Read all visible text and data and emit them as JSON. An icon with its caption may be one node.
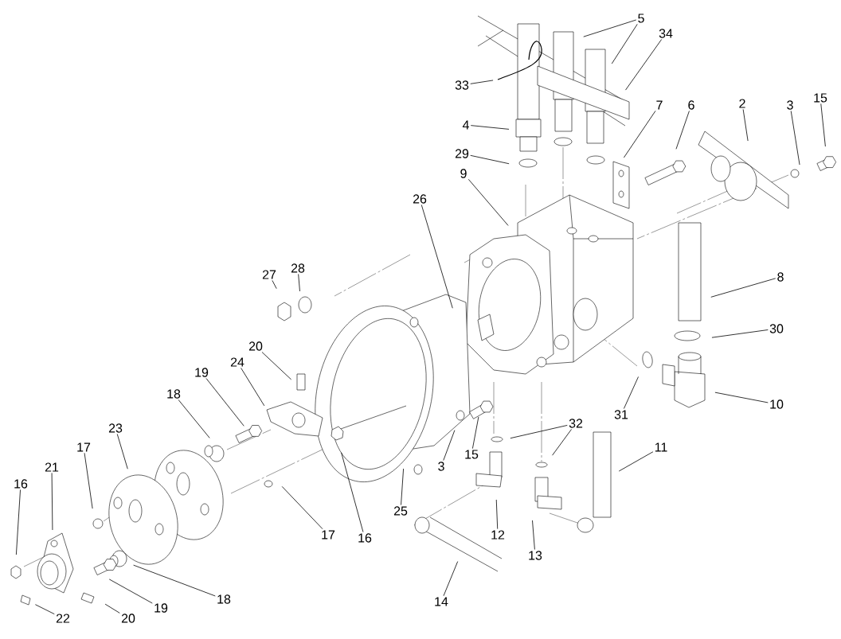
{
  "diagram": {
    "nodes": [
      {
        "text": [
          "5"
        ]
      },
      {
        "text": [
          "34"
        ]
      },
      {
        "text": [
          "33"
        ]
      },
      {
        "text": [
          "15"
        ]
      },
      {
        "text": [
          "7"
        ]
      },
      {
        "text": [
          "6"
        ]
      },
      {
        "text": [
          "2"
        ]
      },
      {
        "text": [
          "3"
        ]
      },
      {
        "text": [
          "4"
        ]
      },
      {
        "text": [
          "29"
        ]
      },
      {
        "text": [
          "9"
        ]
      },
      {
        "text": [
          "26"
        ]
      },
      {
        "text": [
          "28"
        ]
      },
      {
        "text": [
          "8"
        ]
      },
      {
        "text": [
          "27"
        ]
      },
      {
        "text": [
          "30"
        ]
      },
      {
        "text": [
          "20"
        ]
      },
      {
        "text": [
          "24"
        ]
      },
      {
        "text": [
          "19"
        ]
      },
      {
        "text": [
          "18"
        ]
      },
      {
        "text": [
          "23"
        ]
      },
      {
        "text": [
          "31"
        ]
      },
      {
        "text": [
          "10"
        ]
      },
      {
        "text": [
          "32"
        ]
      },
      {
        "text": [
          "11"
        ]
      },
      {
        "text": [
          "17"
        ]
      },
      {
        "text": [
          "3"
        ]
      },
      {
        "text": [
          "15"
        ]
      },
      {
        "text": [
          "21"
        ]
      },
      {
        "text": [
          "16"
        ]
      },
      {
        "text": [
          "17"
        ]
      },
      {
        "text": [
          "16"
        ]
      },
      {
        "text": [
          "25"
        ]
      },
      {
        "text": [
          "12"
        ]
      },
      {
        "text": [
          "13"
        ]
      },
      {
        "text": [
          "14"
        ]
      },
      {
        "text": [
          "18"
        ]
      },
      {
        "text": [
          "19"
        ]
      },
      {
        "text": [
          "22"
        ]
      },
      {
        "text": [
          "20"
        ]
      }
    ],
    "edges": [
      {
        "from": 0,
        "to": null,
        "arrow": "none"
      },
      {
        "from": 0,
        "to": null,
        "arrow": "none"
      },
      {
        "from": 1,
        "to": null,
        "arrow": "none"
      },
      {
        "from": 2,
        "to": null,
        "arrow": "none"
      },
      {
        "from": 3,
        "to": null,
        "arrow": "none"
      },
      {
        "from": 4,
        "to": null,
        "arrow": "none"
      },
      {
        "from": 5,
        "to": null,
        "arrow": "none"
      },
      {
        "from": 6,
        "to": null,
        "arrow": "none"
      },
      {
        "from": 7,
        "to": null,
        "arrow": "none"
      },
      {
        "from": 8,
        "to": null,
        "arrow": "none"
      },
      {
        "from": 9,
        "to": null,
        "arrow": "none"
      },
      {
        "from": 10,
        "to": null,
        "arrow": "none"
      },
      {
        "from": 11,
        "to": null,
        "arrow": "none"
      },
      {
        "from": 12,
        "to": null,
        "arrow": "none"
      },
      {
        "from": 13,
        "to": null,
        "arrow": "none"
      },
      {
        "from": 14,
        "to": null,
        "arrow": "none"
      },
      {
        "from": 15,
        "to": null,
        "arrow": "none"
      },
      {
        "from": 16,
        "to": null,
        "arrow": "none"
      },
      {
        "from": 17,
        "to": null,
        "arrow": "none"
      },
      {
        "from": 18,
        "to": null,
        "arrow": "none"
      },
      {
        "from": 19,
        "to": null,
        "arrow": "none"
      },
      {
        "from": 20,
        "to": null,
        "arrow": "none"
      },
      {
        "from": 21,
        "to": null,
        "arrow": "none"
      },
      {
        "from": 22,
        "to": null,
        "arrow": "none"
      },
      {
        "from": 23,
        "to": null,
        "arrow": "none"
      },
      {
        "from": 23,
        "to": null,
        "arrow": "none"
      },
      {
        "from": 24,
        "to": null,
        "arrow": "none"
      },
      {
        "from": 25,
        "to": null,
        "arrow": "none"
      },
      {
        "from": 26,
        "to": null,
        "arrow": "none"
      },
      {
        "from": 27,
        "to": null,
        "arrow": "none"
      },
      {
        "from": 28,
        "to": null,
        "arrow": "none"
      },
      {
        "from": 29,
        "to": null,
        "arrow": "none"
      },
      {
        "from": 30,
        "to": null,
        "arrow": "none"
      },
      {
        "from": 31,
        "to": null,
        "arrow": "none"
      },
      {
        "from": 32,
        "to": null,
        "arrow": "none"
      },
      {
        "from": 33,
        "to": null,
        "arrow": "none"
      },
      {
        "from": 34,
        "to": null,
        "arrow": "none"
      },
      {
        "from": 35,
        "to": null,
        "arrow": "none"
      },
      {
        "from": 36,
        "to": null,
        "arrow": "none"
      },
      {
        "from": 37,
        "to": null,
        "arrow": "none"
      },
      {
        "from": 38,
        "to": null,
        "arrow": "none"
      },
      {
        "from": 39,
        "to": null,
        "arrow": "none"
      }
    ]
  }
}
